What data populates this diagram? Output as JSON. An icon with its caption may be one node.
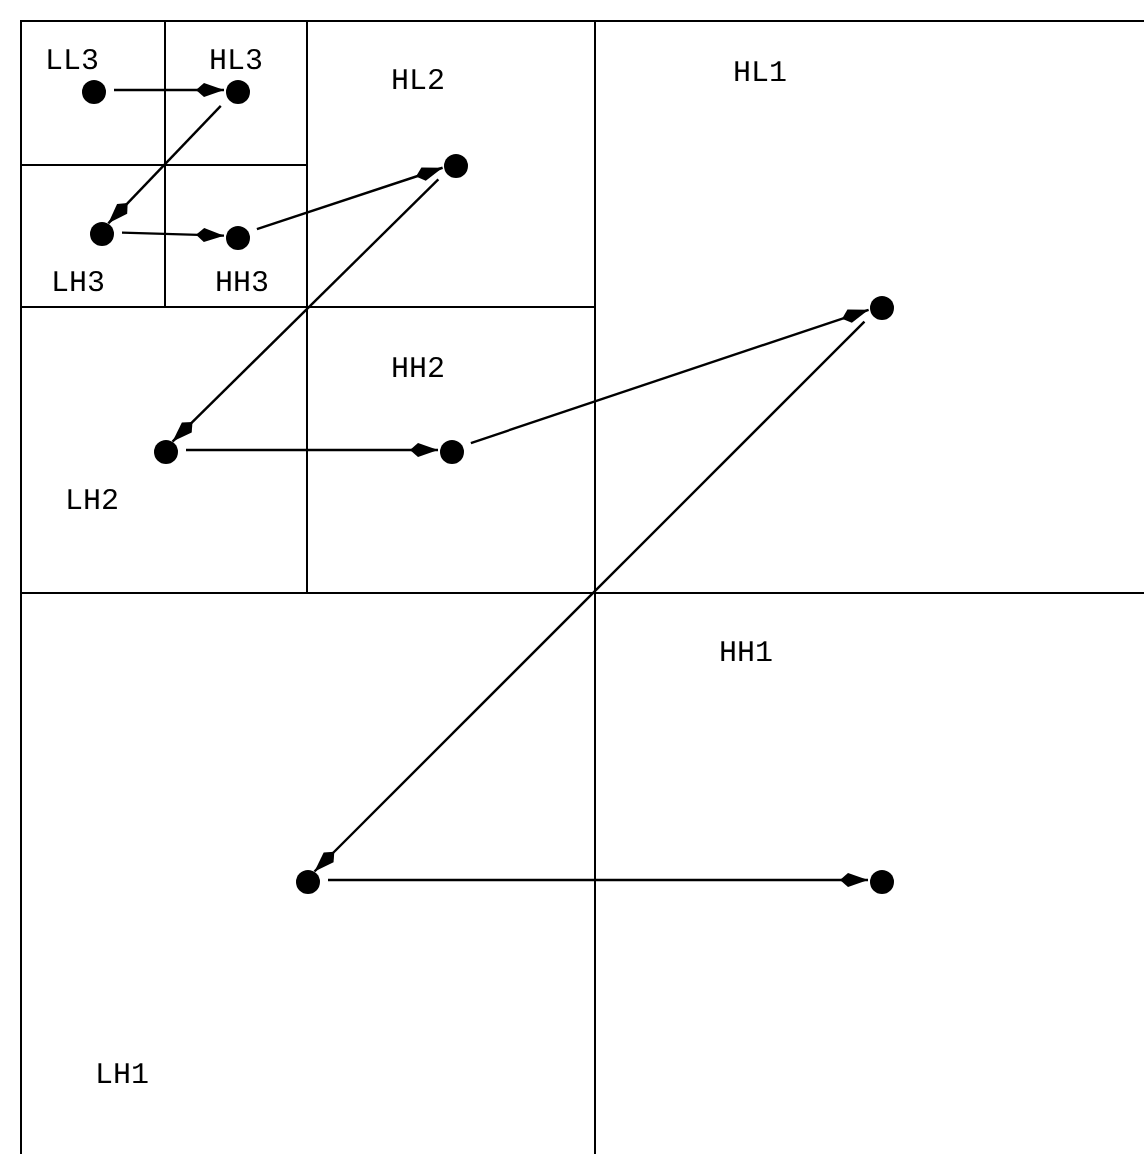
{
  "diagram": {
    "nodes": [
      {
        "text": [
          "LL3"
        ]
      },
      {
        "text": [
          "HL3"
        ]
      },
      {
        "text": [
          "HL2"
        ]
      },
      {
        "text": [
          "HL1"
        ]
      },
      {
        "text": [
          "LH3"
        ]
      },
      {
        "text": [
          "HH3"
        ]
      },
      {
        "text": [
          "HH2"
        ]
      },
      {
        "text": [
          "LH2"
        ]
      },
      {
        "text": [
          "HH1"
        ]
      },
      {
        "text": [
          "LH1"
        ]
      },
      {
        "text": [],
        "shape": "circle",
        "in": 0
      },
      {
        "text": [],
        "shape": "circle",
        "in": 1
      },
      {
        "text": [],
        "shape": "circle",
        "in": 2
      },
      {
        "text": [],
        "shape": "circle",
        "in": 4
      },
      {
        "text": [],
        "shape": "circle",
        "in": 5
      },
      {
        "text": [],
        "shape": "circle",
        "in": 3
      },
      {
        "text": [],
        "shape": "circle",
        "in": 7
      },
      {
        "text": [],
        "shape": "circle",
        "in": 6
      },
      {
        "text": [],
        "shape": "circle",
        "in": 9
      },
      {
        "text": [],
        "shape": "circle",
        "in": 8
      }
    ],
    "edges": [
      {
        "from": 10,
        "to": 11,
        "arrow": "to"
      },
      {
        "from": 11,
        "to": 13,
        "arrow": "to"
      },
      {
        "from": 13,
        "to": 14,
        "arrow": "to"
      },
      {
        "from": 14,
        "to": 12,
        "arrow": "to"
      },
      {
        "from": 12,
        "to": 16,
        "arrow": "to"
      },
      {
        "from": 16,
        "to": 17,
        "arrow": "to"
      },
      {
        "from": 17,
        "to": 15,
        "arrow": "to"
      },
      {
        "from": 15,
        "to": 18,
        "arrow": "to"
      },
      {
        "from": 18,
        "to": 19,
        "arrow": "to"
      }
    ]
  }
}
